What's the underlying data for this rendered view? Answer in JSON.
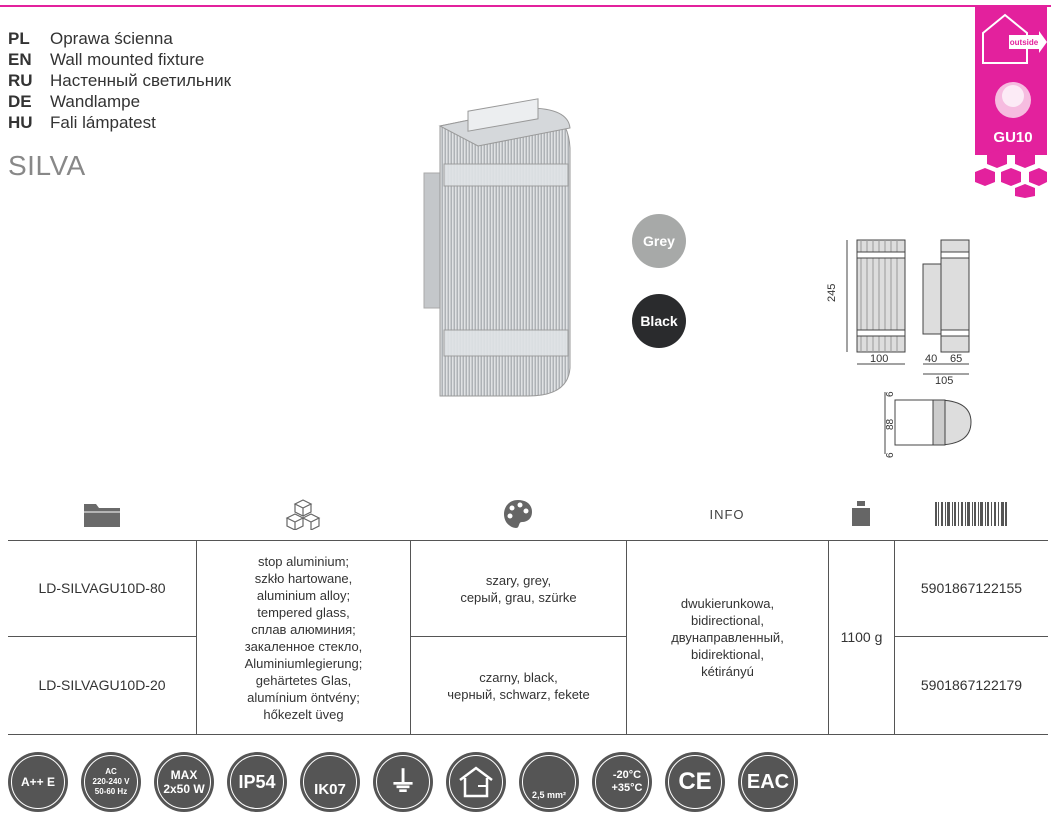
{
  "languages": [
    {
      "code": "PL",
      "name": "Oprawa ścienna"
    },
    {
      "code": "EN",
      "name": "Wall mounted fixture"
    },
    {
      "code": "RU",
      "name": "Настенный светильник"
    },
    {
      "code": "DE",
      "name": "Wandlampe"
    },
    {
      "code": "HU",
      "name": "Fali lámpatest"
    }
  ],
  "series": "SILVA",
  "colors": {
    "accent": "#e3219d",
    "grey_swatch": "#a7a9a8",
    "black_swatch": "#2a2b2d"
  },
  "swatches": {
    "grey": "Grey",
    "black": "Black"
  },
  "badges": {
    "outside": "outside",
    "socket": "GU10"
  },
  "dimensions": {
    "height": "245",
    "width": "100",
    "depth_mount": "40",
    "depth_body": "65",
    "depth_total": "105",
    "top_6": "6",
    "mid_88": "88",
    "bot_6": "6"
  },
  "table": {
    "header_info": "INFO",
    "header_icons": [
      "folder-icon",
      "cubes-icon",
      "palette-icon",
      "",
      "weight-icon",
      "barcode-icon"
    ],
    "rows": [
      {
        "code": "LD-SILVAGU10D-80",
        "color": "szary, grey,\nсерый, grau, szürke",
        "ean": "5901867122155"
      },
      {
        "code": "LD-SILVAGU10D-20",
        "color": "czarny, black,\nчерный, schwarz, fekete",
        "ean": "5901867122179"
      }
    ],
    "material": "stop aluminium;\nszkło hartowane,\naluminium alloy;\ntempered glass,\nсплав алюминия;\nзакаленное стекло,\nAluminiumlegierung;\ngehärtetes Glas,\nalumínium öntvény;\nhőkezelt üveg",
    "info": "dwukierunkowa,\nbidirectional,\nдвунаправленный,\nbidirektional,\nkétirányú",
    "weight": "1100 g"
  },
  "bottom_icons": [
    {
      "name": "energy-class-icon",
      "text": "A++ E"
    },
    {
      "name": "voltage-icon",
      "text": "AC\n220-240 V\n50-60 Hz"
    },
    {
      "name": "max-power-icon",
      "text": "MAX\n2x50 W"
    },
    {
      "name": "ip-rating-icon",
      "text": "IP54"
    },
    {
      "name": "impact-icon",
      "text": "IK07"
    },
    {
      "name": "ground-icon",
      "text": "⏚"
    },
    {
      "name": "house-icon",
      "text": ""
    },
    {
      "name": "wire-icon",
      "text": "2,5 mm²"
    },
    {
      "name": "temperature-icon",
      "text": "-20°C\n+35°C"
    },
    {
      "name": "ce-icon",
      "text": "CE"
    },
    {
      "name": "eac-icon",
      "text": "EAC"
    }
  ]
}
